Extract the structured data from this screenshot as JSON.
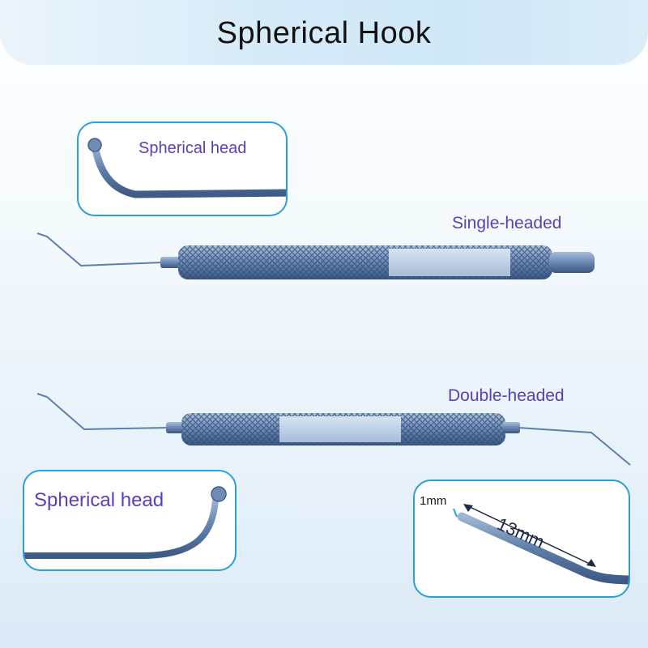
{
  "title": "Spherical Hook",
  "callouts": {
    "top_left": {
      "label": "Spherical head"
    },
    "bottom_left": {
      "label": "Spherical head"
    },
    "bottom_right": {
      "diameter_label": "1mm",
      "length_label": "13mm"
    }
  },
  "tools": {
    "single": {
      "label": "Single-headed"
    },
    "double": {
      "label": "Double-headed"
    }
  },
  "colors": {
    "label": "#5a3fb6",
    "callout_border": "#2a9fd8",
    "metal": "#6a88b3",
    "metal_dark": "#3f5f8f"
  }
}
